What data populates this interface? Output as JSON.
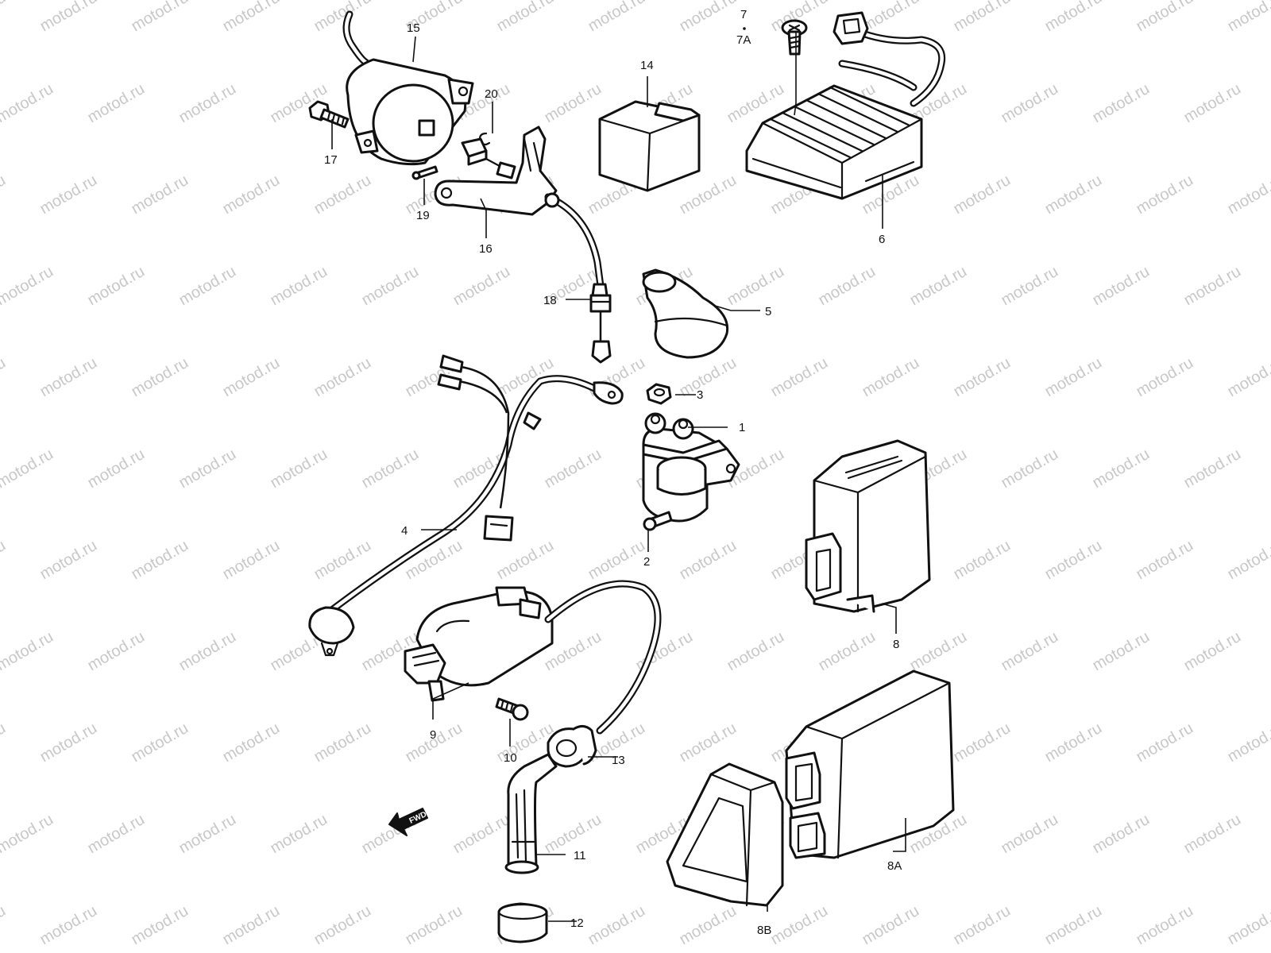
{
  "watermark": {
    "text": "motod.ru",
    "color": "#c8c8c8"
  },
  "callouts": {
    "c1": "1",
    "c2": "2",
    "c3": "3",
    "c4": "4",
    "c5": "5",
    "c6": "6",
    "c7": "7",
    "c7a": "7A",
    "c8": "8",
    "c8a": "8A",
    "c8b": "8B",
    "c9": "9",
    "c10": "10",
    "c11": "11",
    "c12": "12",
    "c13": "13",
    "c14": "14",
    "c15": "15",
    "c16": "16",
    "c17": "17",
    "c18": "18",
    "c19": "19",
    "c20": "20"
  },
  "fwd_label": "FWD",
  "colors": {
    "line": "#111111",
    "background": "#ffffff"
  }
}
